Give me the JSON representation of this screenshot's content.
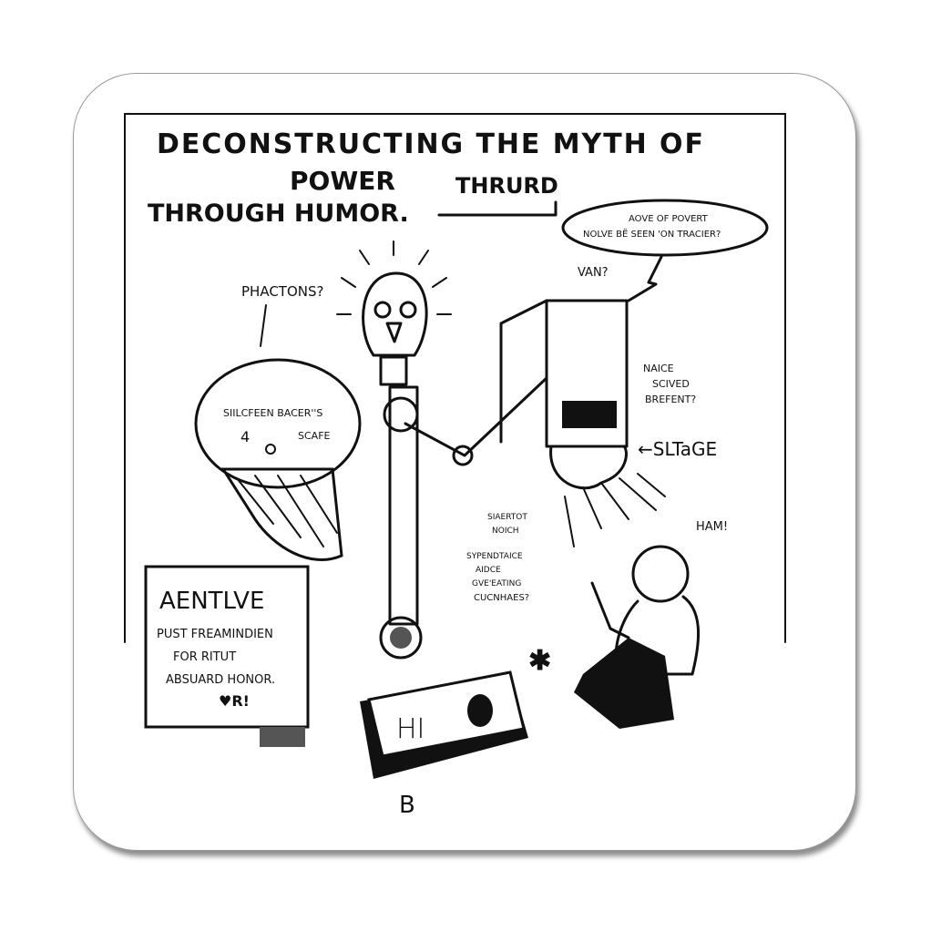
{
  "title": {
    "line1": "DECONSTRUCTING THE MYTH OF",
    "line2": "POWER",
    "line2b": "THRURD",
    "line3": "THROUGH HUMOR."
  },
  "labels": {
    "phactons": "PHACTONS?",
    "bubble_line1": "AOVE OF POVERT",
    "bubble_line2": "NOLVE BË SEEN 'ON TRACIER?",
    "van": "VAN?",
    "ellipse_line1": "SIILCFEEN BACER''S",
    "ellipse_num": "4",
    "ellipse_word": "SCAFE",
    "nice_line1": "NAICE",
    "nice_line2": "SCIVED",
    "nice_line3": "BREFENT?",
    "stage": "←SLTaGE",
    "siaertot_line1": "SIAERTOT",
    "siaertot_line2": "NOICH",
    "sypend_line1": "SYPENDTAICE",
    "sypend_line2": "AIDCE",
    "sypend_line3": "GVE'EATING",
    "sypend_line4": "CUCNHAES?",
    "ham": "HAM!",
    "box_text": "HI"
  },
  "sign": {
    "heading": "AENTLVE",
    "line1": "PUST FREAMINDIEN",
    "line2": "FOR RITUT",
    "line3": "ABSUARD HONOR.",
    "line4": "♥R!"
  },
  "signature": "B"
}
